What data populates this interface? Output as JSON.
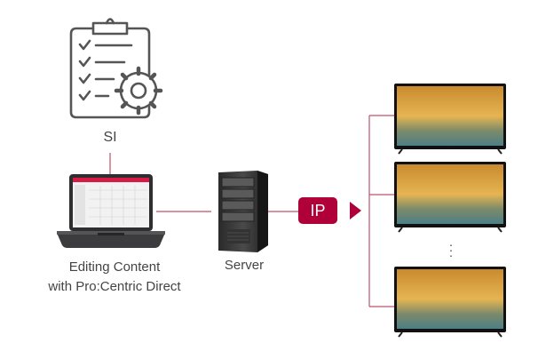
{
  "labels": {
    "si": "SI",
    "laptop_line1": "Editing Content",
    "laptop_line2": "with Pro:Centric Direct",
    "server": "Server",
    "ip": "IP"
  },
  "icons": [
    "checklist-gear-icon",
    "laptop-icon",
    "server-tower-icon",
    "tv-display-icon"
  ],
  "colors": {
    "connector": "#c0506a",
    "accent": "#b0003a",
    "text": "#444444"
  },
  "displays_count": 3
}
